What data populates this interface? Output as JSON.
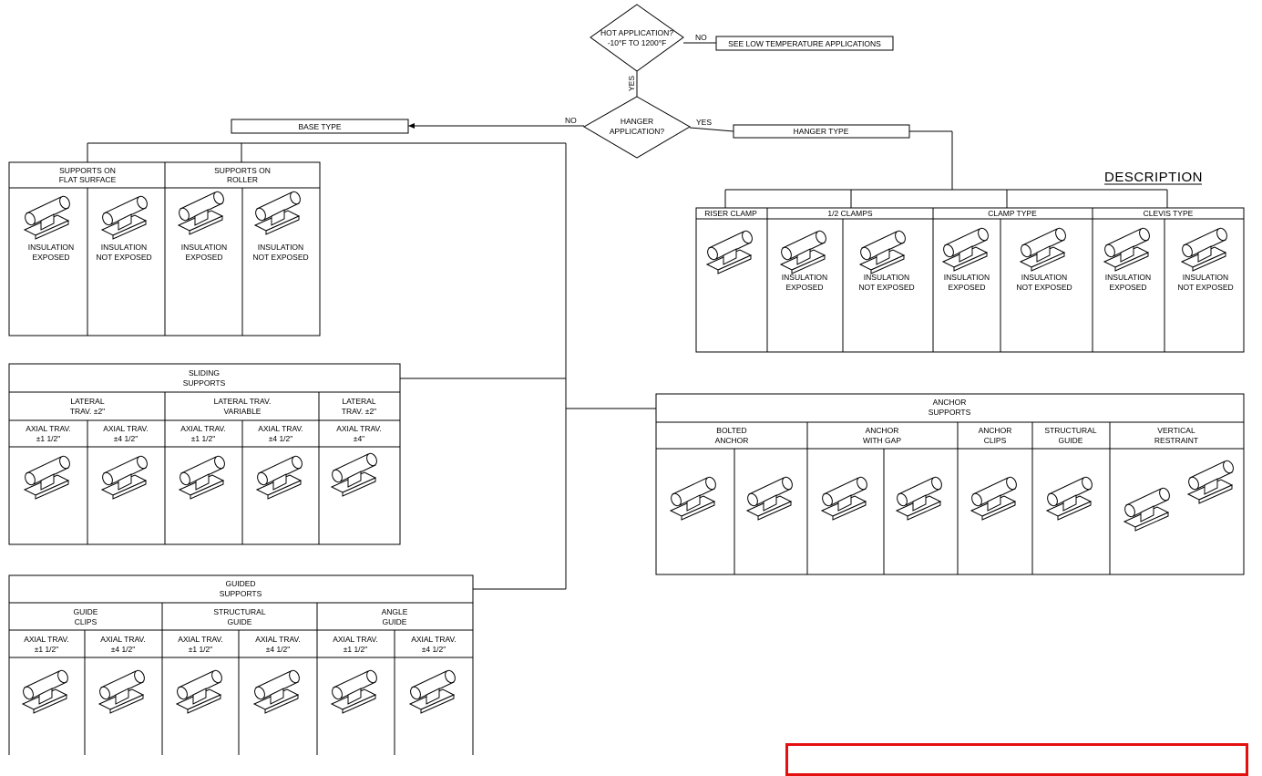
{
  "decision_top": {
    "line1": "HOT APPLICATION?",
    "line2": "-10°F TO 1200°F",
    "no": "NO",
    "yes": "YES"
  },
  "low_temp": "SEE LOW TEMPERATURE APPLICATIONS",
  "decision_hanger": {
    "line1": "HANGER",
    "line2": "APPLICATION?",
    "no": "NO",
    "yes": "YES"
  },
  "base_type": "BASE TYPE",
  "hanger_type": "HANGER TYPE",
  "description": "DESCRIPTION",
  "ins_exposed": [
    "INSULATION",
    "EXPOSED"
  ],
  "ins_not_exposed": [
    "INSULATION",
    "NOT EXPOSED"
  ],
  "supports_flat": [
    "SUPPORTS ON",
    "FLAT SURFACE"
  ],
  "supports_roller": [
    "SUPPORTS ON",
    "ROLLER"
  ],
  "hanger_groups": [
    "RISER CLAMP",
    "1/2 CLAMPS",
    "CLAMP TYPE",
    "CLEVIS TYPE"
  ],
  "sliding": {
    "title": [
      "SLIDING",
      "SUPPORTS"
    ],
    "groups": [
      [
        "LATERAL",
        "TRAV. ±2\""
      ],
      [
        "LATERAL TRAV.",
        "VARIABLE"
      ],
      [
        "LATERAL",
        "TRAV. ±2\""
      ]
    ],
    "cols": [
      [
        "AXIAL TRAV.",
        "±1 1/2\""
      ],
      [
        "AXIAL TRAV.",
        "±4 1/2\""
      ],
      [
        "AXIAL TRAV.",
        "±1 1/2\""
      ],
      [
        "AXIAL TRAV.",
        "±4 1/2\""
      ],
      [
        "AXIAL TRAV.",
        "±4\""
      ]
    ]
  },
  "guided": {
    "title": [
      "GUIDED",
      "SUPPORTS"
    ],
    "groups": [
      [
        "GUIDE",
        "CLIPS"
      ],
      [
        "STRUCTURAL",
        "GUIDE"
      ],
      [
        "ANGLE",
        "GUIDE"
      ]
    ],
    "cols": [
      [
        "AXIAL TRAV.",
        "±1 1/2\""
      ],
      [
        "AXIAL TRAV.",
        "±4 1/2\""
      ],
      [
        "AXIAL TRAV.",
        "±1 1/2\""
      ],
      [
        "AXIAL TRAV.",
        "±4 1/2\""
      ],
      [
        "AXIAL TRAV.",
        "±1 1/2\""
      ],
      [
        "AXIAL TRAV.",
        "±4 1/2\""
      ]
    ]
  },
  "anchor": {
    "title": [
      "ANCHOR",
      "SUPPORTS"
    ],
    "groups": [
      [
        "BOLTED",
        "ANCHOR"
      ],
      [
        "ANCHOR",
        "WITH GAP"
      ],
      [
        "ANCHOR",
        "CLIPS"
      ],
      [
        "STRUCTURAL",
        "GUIDE"
      ],
      [
        "VERTICAL",
        "RESTRAINT"
      ]
    ]
  },
  "colors": {
    "highlight": "#e41010",
    "line": "#000000"
  }
}
